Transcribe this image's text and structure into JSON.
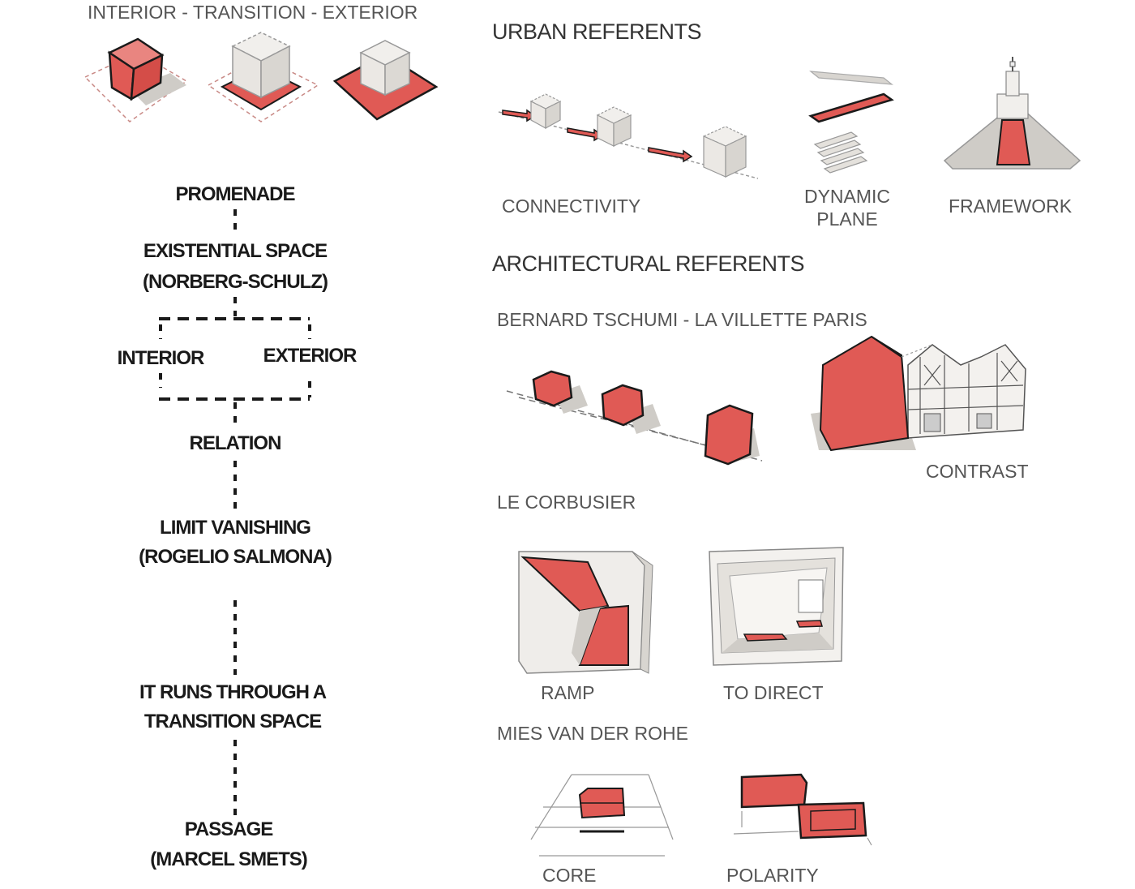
{
  "top_strip": {
    "title": "INTERIOR - TRANSITION - EXTERIOR"
  },
  "urban": {
    "heading": "URBAN REFERENTS",
    "connectivity": "CONNECTIVITY",
    "dynamic_plane_1": "DYNAMIC",
    "dynamic_plane_2": "PLANE",
    "framework": "FRAMEWORK"
  },
  "architectural": {
    "heading": "ARCHITECTURAL REFERENTS",
    "tschumi": "BERNARD TSCHUMI  - LA VILLETTE PARIS",
    "contrast": "CONTRAST",
    "corbusier": "LE CORBUSIER",
    "ramp": "RAMP",
    "to_direct": "TO DIRECT",
    "mies": "MIES VAN DER ROHE",
    "core": "CORE",
    "polarity": "POLARITY"
  },
  "flow": {
    "promenade": "PROMENADE",
    "existential_1": "EXISTENTIAL SPACE",
    "existential_2": "(NORBERG-SCHULZ)",
    "interior": "INTERIOR",
    "exterior": "EXTERIOR",
    "relation": "RELATION",
    "limit_1": "LIMIT VANISHING",
    "limit_2": "(ROGELIO SALMONA)",
    "runs_1": "IT RUNS THROUGH A",
    "runs_2": "TRANSITION SPACE",
    "passage_1": "PASSAGE",
    "passage_2": "(MARCEL SMETS)"
  },
  "colors": {
    "accent": "#e05a55",
    "accent_dark": "#c8443f",
    "shadow": "#c9c6c1",
    "outline": "#1a1a1a"
  }
}
